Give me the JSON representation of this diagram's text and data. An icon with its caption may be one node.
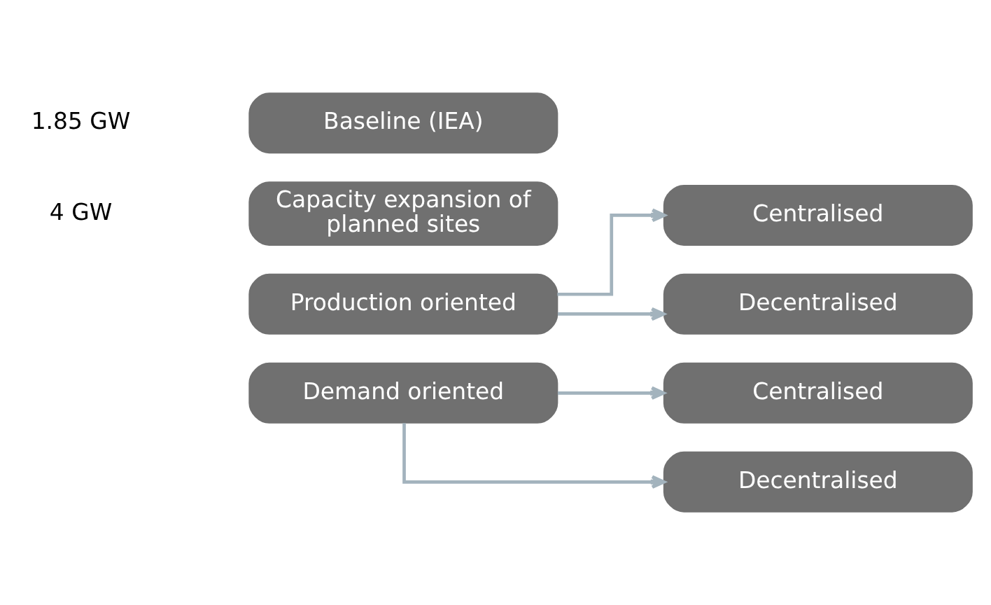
{
  "diagram": {
    "nodes": [
      {
        "text": [
          "Baseline (IEA)"
        ]
      },
      {
        "text": [
          "Capacity expansion of planned sites"
        ]
      },
      {
        "text": [
          "Production oriented"
        ]
      },
      {
        "text": [
          "Centralised"
        ]
      },
      {
        "text": [
          "Decentralised"
        ]
      },
      {
        "text": [
          "Demand oriented"
        ]
      },
      {
        "text": [
          "Centralised"
        ]
      },
      {
        "text": [
          "Decentralised"
        ]
      }
    ],
    "edges": [
      {
        "from": 2,
        "to": 3,
        "arrow": "to"
      },
      {
        "from": 2,
        "to": 4,
        "arrow": "to"
      },
      {
        "from": 5,
        "to": 6,
        "arrow": "to"
      },
      {
        "from": 5,
        "to": 7,
        "arrow": "to"
      }
    ],
    "labels": [
      "1.85 GW",
      "4 GW"
    ]
  }
}
